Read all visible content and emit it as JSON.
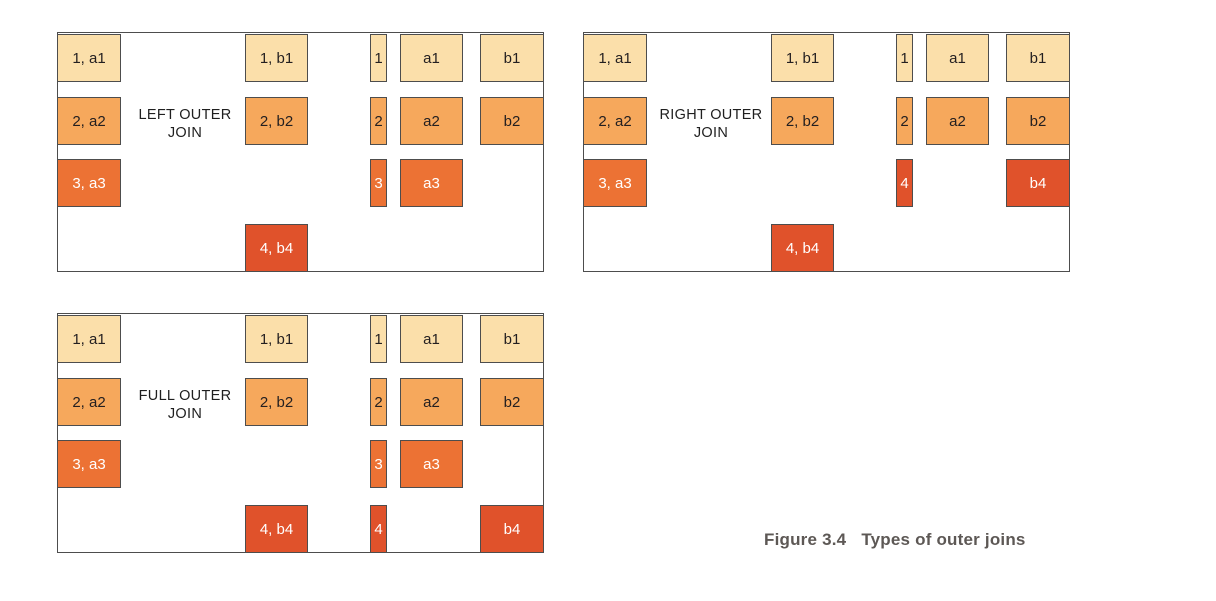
{
  "colors": {
    "light": "#FBDFAA",
    "medium": "#F6A85C",
    "dark": "#EC7234",
    "red": "#E0522B",
    "border": "#4D4D4D",
    "caption": "#5D5855"
  },
  "caption": {
    "prefix": "Figure 3.4",
    "text": "Types of outer joins"
  },
  "panels": [
    {
      "id": "left-outer-join",
      "label_line1": "LEFT OUTER",
      "label_line2": "JOIN",
      "boxes": [
        {
          "text": "1, a1",
          "tone": "light",
          "col": "c1",
          "row": "r1"
        },
        {
          "text": "2, a2",
          "tone": "medium",
          "col": "c1",
          "row": "r2"
        },
        {
          "text": "3, a3",
          "tone": "dark",
          "col": "c1",
          "row": "r3"
        },
        {
          "text": "1, b1",
          "tone": "light",
          "col": "c2",
          "row": "r1"
        },
        {
          "text": "2, b2",
          "tone": "medium",
          "col": "c2",
          "row": "r2"
        },
        {
          "text": "4, b4",
          "tone": "red",
          "col": "c2",
          "row": "r4"
        },
        {
          "text": "1",
          "tone": "light",
          "col": "c3",
          "row": "r1"
        },
        {
          "text": "2",
          "tone": "medium",
          "col": "c3",
          "row": "r2"
        },
        {
          "text": "3",
          "tone": "dark",
          "col": "c3",
          "row": "r3"
        },
        {
          "text": "a1",
          "tone": "light",
          "col": "c4",
          "row": "r1"
        },
        {
          "text": "a2",
          "tone": "medium",
          "col": "c4",
          "row": "r2"
        },
        {
          "text": "a3",
          "tone": "dark",
          "col": "c4",
          "row": "r3"
        },
        {
          "text": "b1",
          "tone": "light",
          "col": "c5",
          "row": "r1"
        },
        {
          "text": "b2",
          "tone": "medium",
          "col": "c5",
          "row": "r2"
        }
      ]
    },
    {
      "id": "right-outer-join",
      "label_line1": "RIGHT OUTER",
      "label_line2": "JOIN",
      "boxes": [
        {
          "text": "1, a1",
          "tone": "light",
          "col": "c1",
          "row": "r1"
        },
        {
          "text": "2, a2",
          "tone": "medium",
          "col": "c1",
          "row": "r2"
        },
        {
          "text": "3, a3",
          "tone": "dark",
          "col": "c1",
          "row": "r3"
        },
        {
          "text": "1, b1",
          "tone": "light",
          "col": "c2",
          "row": "r1"
        },
        {
          "text": "2, b2",
          "tone": "medium",
          "col": "c2",
          "row": "r2"
        },
        {
          "text": "4, b4",
          "tone": "red",
          "col": "c2",
          "row": "r4"
        },
        {
          "text": "1",
          "tone": "light",
          "col": "c3",
          "row": "r1"
        },
        {
          "text": "2",
          "tone": "medium",
          "col": "c3",
          "row": "r2"
        },
        {
          "text": "4",
          "tone": "red",
          "col": "c3",
          "row": "r3"
        },
        {
          "text": "a1",
          "tone": "light",
          "col": "c4",
          "row": "r1"
        },
        {
          "text": "a2",
          "tone": "medium",
          "col": "c4",
          "row": "r2"
        },
        {
          "text": "b1",
          "tone": "light",
          "col": "c5",
          "row": "r1"
        },
        {
          "text": "b2",
          "tone": "medium",
          "col": "c5",
          "row": "r2"
        },
        {
          "text": "b4",
          "tone": "red",
          "col": "c5",
          "row": "r3"
        }
      ]
    },
    {
      "id": "full-outer-join",
      "label_line1": "FULL OUTER",
      "label_line2": "JOIN",
      "boxes": [
        {
          "text": "1, a1",
          "tone": "light",
          "col": "c1",
          "row": "r1"
        },
        {
          "text": "2, a2",
          "tone": "medium",
          "col": "c1",
          "row": "r2"
        },
        {
          "text": "3, a3",
          "tone": "dark",
          "col": "c1",
          "row": "r3"
        },
        {
          "text": "1, b1",
          "tone": "light",
          "col": "c2",
          "row": "r1"
        },
        {
          "text": "2, b2",
          "tone": "medium",
          "col": "c2",
          "row": "r2"
        },
        {
          "text": "4, b4",
          "tone": "red",
          "col": "c2",
          "row": "r4"
        },
        {
          "text": "1",
          "tone": "light",
          "col": "c3",
          "row": "r1"
        },
        {
          "text": "2",
          "tone": "medium",
          "col": "c3",
          "row": "r2"
        },
        {
          "text": "3",
          "tone": "dark",
          "col": "c3",
          "row": "r3"
        },
        {
          "text": "4",
          "tone": "red",
          "col": "c3",
          "row": "r4"
        },
        {
          "text": "a1",
          "tone": "light",
          "col": "c4",
          "row": "r1"
        },
        {
          "text": "a2",
          "tone": "medium",
          "col": "c4",
          "row": "r2"
        },
        {
          "text": "a3",
          "tone": "dark",
          "col": "c4",
          "row": "r3"
        },
        {
          "text": "b1",
          "tone": "light",
          "col": "c5",
          "row": "r1"
        },
        {
          "text": "b2",
          "tone": "medium",
          "col": "c5",
          "row": "r2"
        },
        {
          "text": "b4",
          "tone": "red",
          "col": "c5",
          "row": "r4"
        }
      ]
    }
  ]
}
